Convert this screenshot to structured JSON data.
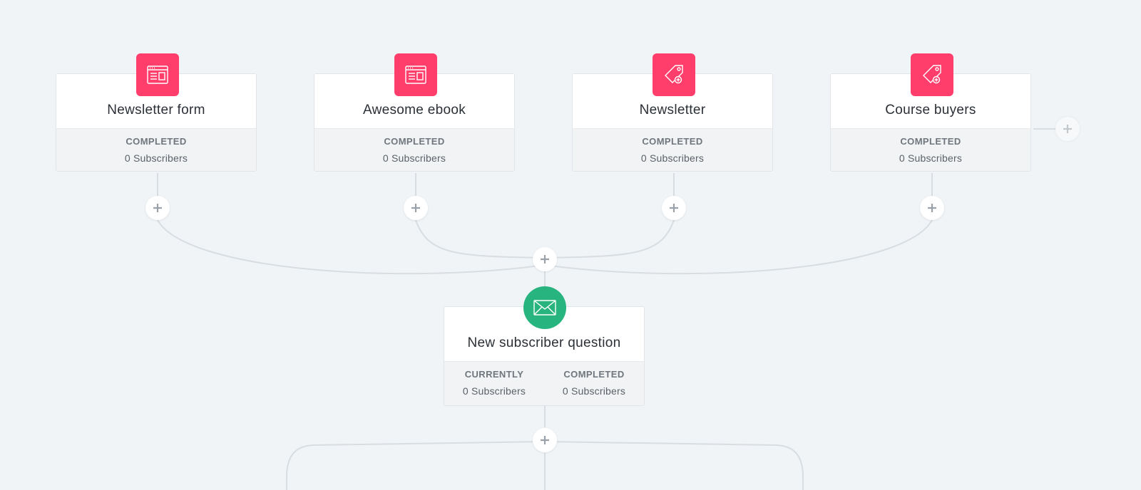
{
  "colors": {
    "background": "#f0f4f7",
    "trigger_badge": "#ff3e6c",
    "email_badge": "#27b47f",
    "connector": "#d8dde2"
  },
  "triggers": [
    {
      "icon": "form-icon",
      "title": "Newsletter form",
      "status_label": "COMPLETED",
      "subscribers": "0 Subscribers"
    },
    {
      "icon": "form-icon",
      "title": "Awesome ebook",
      "status_label": "COMPLETED",
      "subscribers": "0 Subscribers"
    },
    {
      "icon": "tag-icon",
      "title": "Newsletter",
      "status_label": "COMPLETED",
      "subscribers": "0 Subscribers"
    },
    {
      "icon": "tag-icon",
      "title": "Course buyers",
      "status_label": "COMPLETED",
      "subscribers": "0 Subscribers"
    }
  ],
  "email_step": {
    "icon": "envelope-icon",
    "title": "New subscriber question",
    "currently_label": "CURRENTLY",
    "currently_value": "0 Subscribers",
    "completed_label": "COMPLETED",
    "completed_value": "0 Subscribers"
  },
  "add_step_icon": "plus-icon"
}
